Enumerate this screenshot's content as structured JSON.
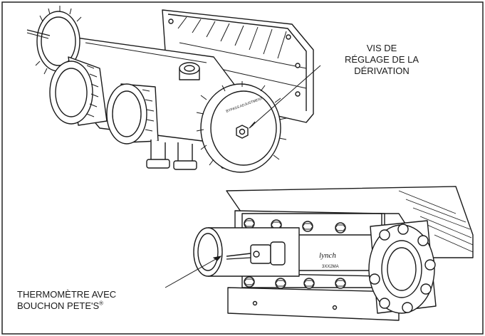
{
  "callouts": {
    "bypass_screw": {
      "line1": "VIS DE",
      "line2": "RÉGLAGE DE LA",
      "line3": "DÉRIVATION"
    },
    "thermometer": {
      "line1": "THERMOMÈTRE AVEC",
      "line2": "BOUCHON PETE'S",
      "line2_mark": "®"
    }
  },
  "part_markings": {
    "brand_mark": "lynch",
    "heater_code": "3XX2MA",
    "cap_text": "BYPASS ADJUSTMENT"
  },
  "colors": {
    "line": "#1a1a1a",
    "background": "#ffffff",
    "frame": "#222222"
  }
}
